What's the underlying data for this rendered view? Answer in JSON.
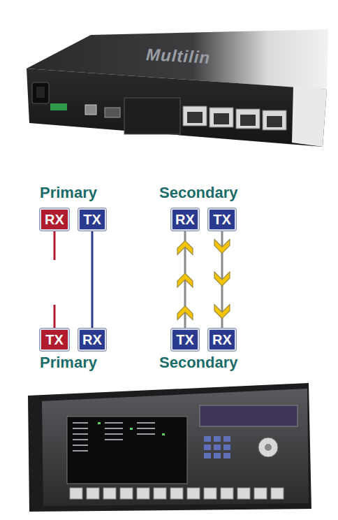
{
  "diagram": {
    "nodes": [
      {
        "text": [
          "RX"
        ]
      },
      {
        "text": [
          "TX"
        ]
      },
      {
        "text": [
          "RX"
        ]
      },
      {
        "text": [
          "TX"
        ]
      },
      {
        "text": [
          "TX"
        ]
      },
      {
        "text": [
          "RX"
        ]
      },
      {
        "text": [
          "TX"
        ]
      },
      {
        "text": [
          "RX"
        ]
      }
    ],
    "edges": [
      {
        "from": 1,
        "to": 5,
        "arrow": "none"
      },
      {
        "from": 6,
        "to": 2,
        "arrow": "to"
      },
      {
        "from": 3,
        "to": 7,
        "arrow": "to"
      }
    ],
    "labels": [
      "Multilin",
      "Primary",
      "Secondary",
      "Primary",
      "Secondary"
    ]
  }
}
